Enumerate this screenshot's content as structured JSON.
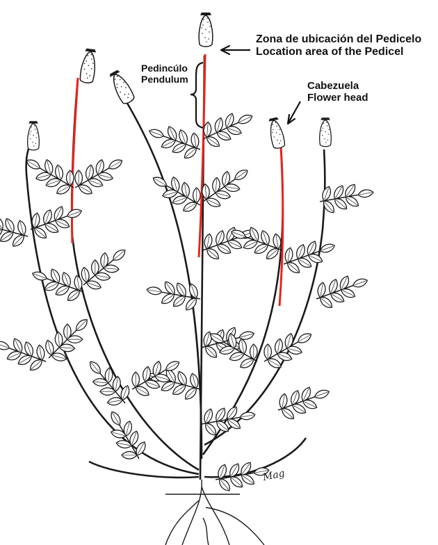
{
  "labels": {
    "pedicel": {
      "line1": "Zona de ubicación del Pedicelo",
      "line2": "Location area of the Pedicel"
    },
    "peduncle": {
      "line1": "Pedincúlo",
      "line2": "Pendulum"
    },
    "flower_head": {
      "line1": "Cabezuela",
      "line2": "Flower head"
    }
  },
  "signature": "Mag",
  "colors": {
    "ink": "#1a1a1a",
    "highlight": "#e8231e",
    "paper": "#ffffff"
  }
}
